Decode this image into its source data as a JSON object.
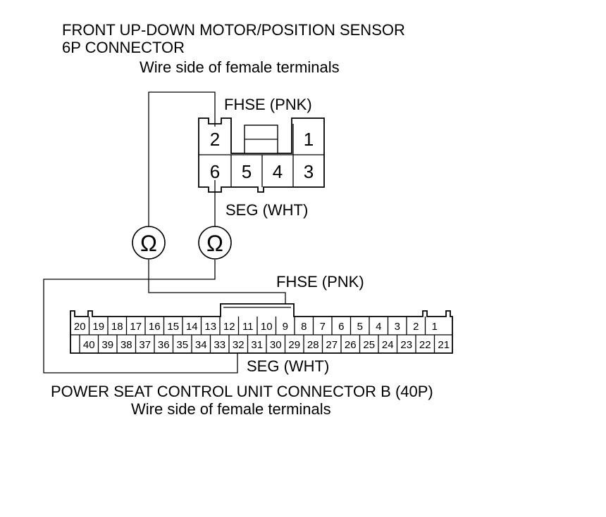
{
  "sensor_connector": {
    "title_line1": "FRONT UP-DOWN MOTOR/POSITION SENSOR",
    "title_line2": "6P CONNECTOR",
    "subtitle": "Wire side of female terminals",
    "terminals_top": [
      "2",
      "1"
    ],
    "terminals_bottom": [
      "6",
      "5",
      "4",
      "3"
    ],
    "wire_top_label": "FHSE (PNK)",
    "wire_bottom_label": "SEG (WHT)"
  },
  "meters": [
    {
      "symbol": "Ω"
    },
    {
      "symbol": "Ω"
    }
  ],
  "control_unit_connector": {
    "title": "POWER SEAT CONTROL UNIT CONNECTOR B (40P)",
    "subtitle": "Wire side of female terminals",
    "wire_top_label": "FHSE (PNK)",
    "wire_bottom_label": "SEG (WHT)",
    "top_row": [
      "20",
      "19",
      "18",
      "17",
      "16",
      "15",
      "14",
      "13",
      "12",
      "11",
      "10",
      "9",
      "8",
      "7",
      "6",
      "5",
      "4",
      "3",
      "2",
      "1"
    ],
    "bottom_row": [
      "",
      "40",
      "39",
      "38",
      "37",
      "36",
      "35",
      "34",
      "33",
      "32",
      "31",
      "30",
      "29",
      "28",
      "27",
      "26",
      "25",
      "24",
      "23",
      "22",
      "21"
    ]
  }
}
